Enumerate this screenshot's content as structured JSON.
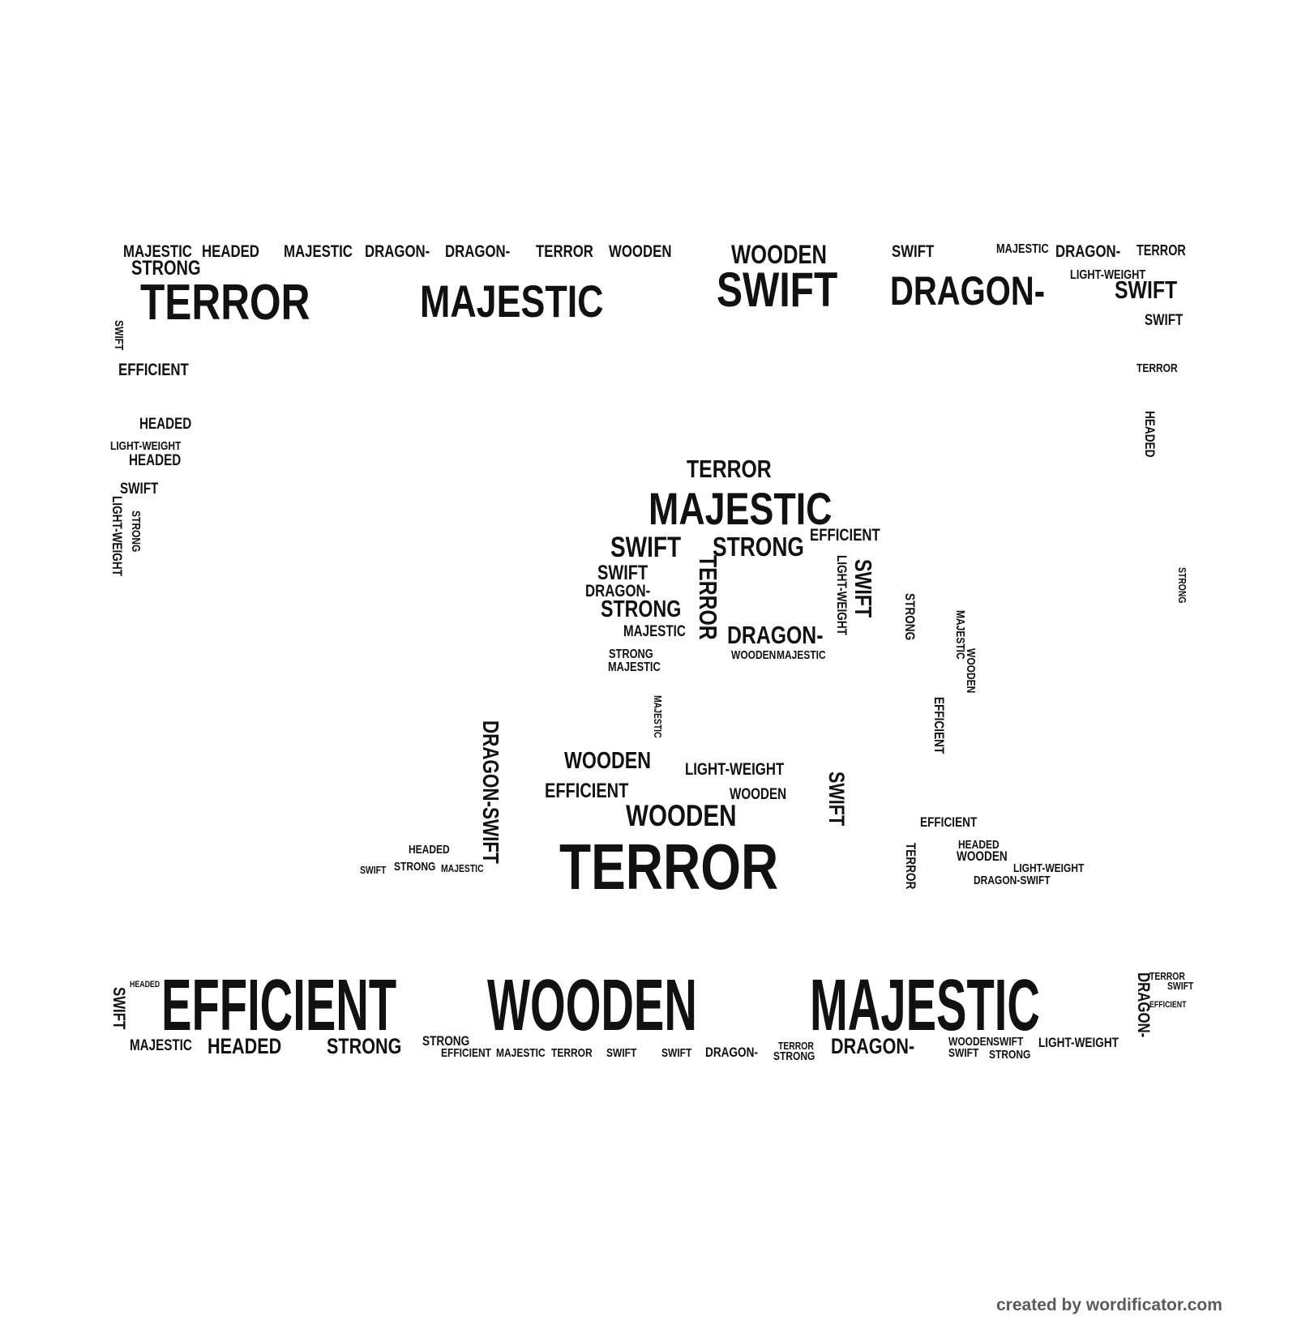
{
  "words": [
    "MAJESTIC",
    "HEADED",
    "MAJESTIC",
    "DRAGON-",
    "DRAGON-",
    "TERROR",
    "WOODEN",
    "WOODEN",
    "SWIFT",
    "MAJESTIC",
    "DRAGON-",
    "TERROR",
    "STRONG",
    "TERROR",
    "MAJESTIC",
    "SWIFT",
    "DRAGON-",
    "SWIFT",
    "LIGHT-WEIGHT",
    "EFFICIENT",
    "HEADED",
    "LIGHT-WEIGHT",
    "HEADED",
    "SWIFT",
    "SWIFT",
    "TERROR",
    "TERROR",
    "MAJESTIC",
    "SWIFT",
    "STRONG",
    "EFFICIENT",
    "SWIFT",
    "DRAGON-",
    "STRONG",
    "MAJESTIC",
    "DRAGON-",
    "WOODEN",
    "MAJESTIC",
    "STRONG",
    "MAJESTIC",
    "WOODEN",
    "LIGHT-WEIGHT",
    "EFFICIENT",
    "WOODEN",
    "TERROR",
    "WOODEN",
    "EFFICIENT",
    "HEADED",
    "WOODEN",
    "LIGHT-WEIGHT",
    "DRAGON-SWIFT",
    "HEADED",
    "STRONG",
    "MAJESTIC",
    "SWIFT",
    "EFFICIENT",
    "WOODEN",
    "MAJESTIC",
    "MAJESTIC",
    "HEADED",
    "STRONG",
    "DRAGON-",
    "LIGHT-WEIGHT",
    "EFFICIENT",
    "MAJESTIC",
    "TERROR",
    "SWIFT",
    "SWIFT",
    "DRAGON-",
    "TERROR",
    "STRONG",
    "SWIFT",
    "STRONG",
    "WOODEN",
    "SWIFT",
    "TERROR",
    "STRONG",
    "EFFICIENT",
    "HEADED",
    "SWIFT"
  ],
  "vertical_words": [
    "DRAGON-SWIFT",
    "TERROR",
    "SWIFT",
    "LIGHT-WEIGHT",
    "SWIFT",
    "DRAGON-",
    "STRONG",
    "LIGHT-WEIGHT",
    "SWIFT",
    "STRONG",
    "MAJESTIC",
    "SWIFT",
    "HEADED",
    "MAJESTIC",
    "EFFICIENT",
    "TERROR",
    "WOODEN",
    "STRONG"
  ],
  "footer": "created by wordificator.com"
}
